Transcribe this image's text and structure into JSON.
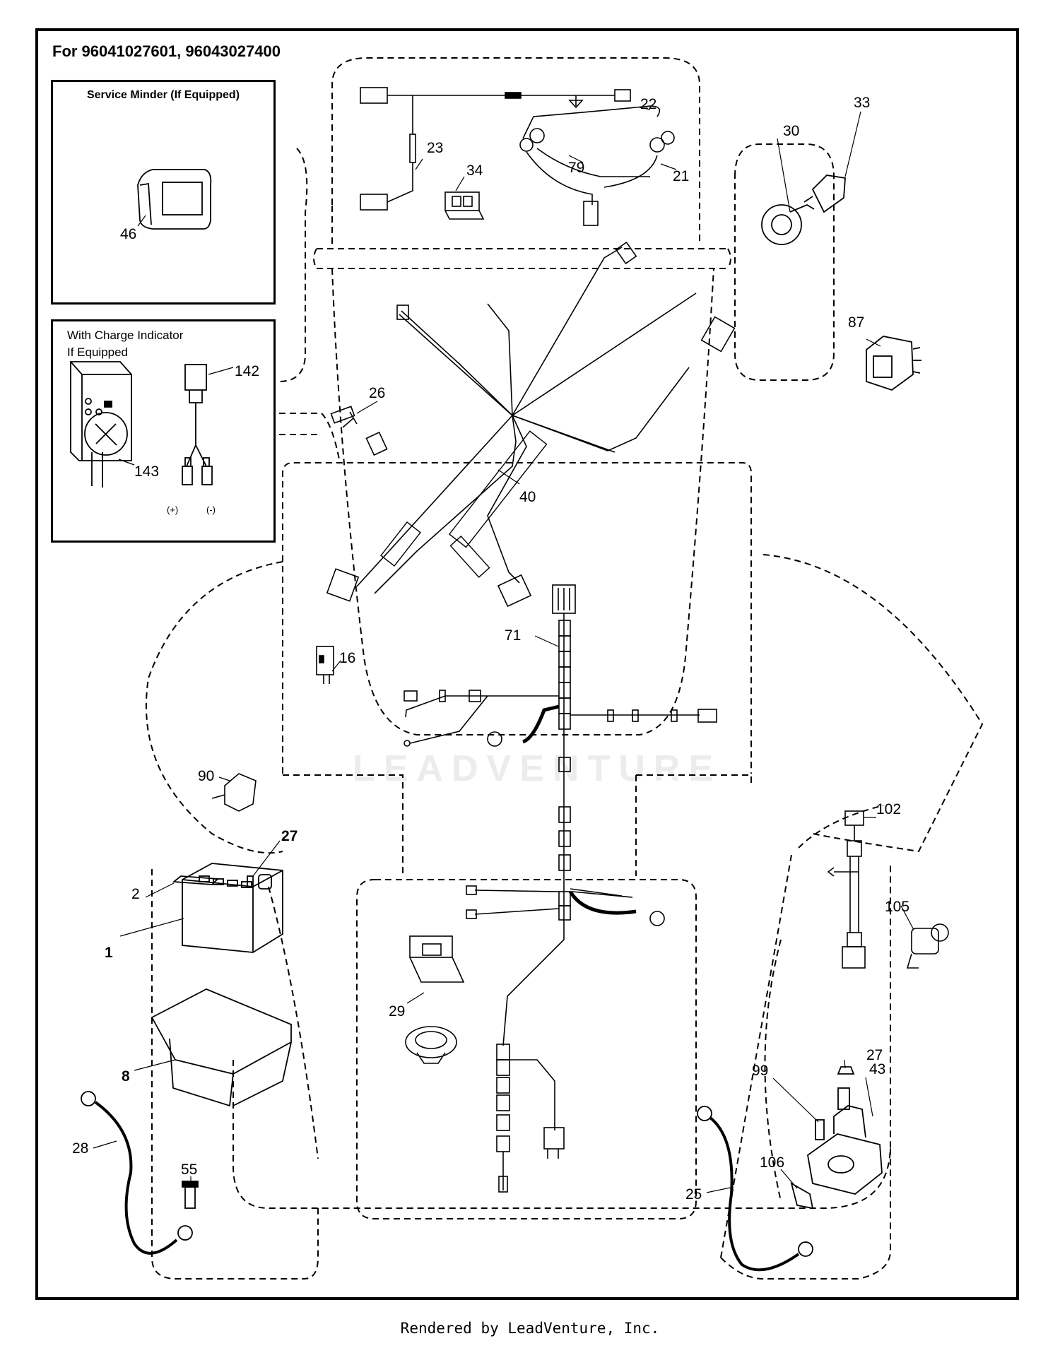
{
  "header": {
    "title": "For 96041027601, 96043027400"
  },
  "insets": {
    "service_minder": {
      "title": "Service Minder (If Equipped)"
    },
    "charge_indicator": {
      "title_line1": "With Charge Indicator",
      "title_line2": "If Equipped",
      "plus_label": "(+)",
      "minus_label": "(-)"
    }
  },
  "watermark": "LEADVENTURE",
  "footer": {
    "text": "Rendered by LeadVenture, Inc."
  },
  "callouts": {
    "c1": "1",
    "c2": "2",
    "c8": "8",
    "c16": "16",
    "c21": "21",
    "c22": "22",
    "c23": "23",
    "c25": "25",
    "c26": "26",
    "c27a": "27",
    "c27b": "27",
    "c28": "28",
    "c29": "29",
    "c30": "30",
    "c33": "33",
    "c34": "34",
    "c40": "40",
    "c43": "43",
    "c46": "46",
    "c55": "55",
    "c71": "71",
    "c79": "79",
    "c87": "87",
    "c90": "90",
    "c99": "99",
    "c102": "102",
    "c105": "105",
    "c106": "106",
    "c142": "142",
    "c143": "143"
  }
}
